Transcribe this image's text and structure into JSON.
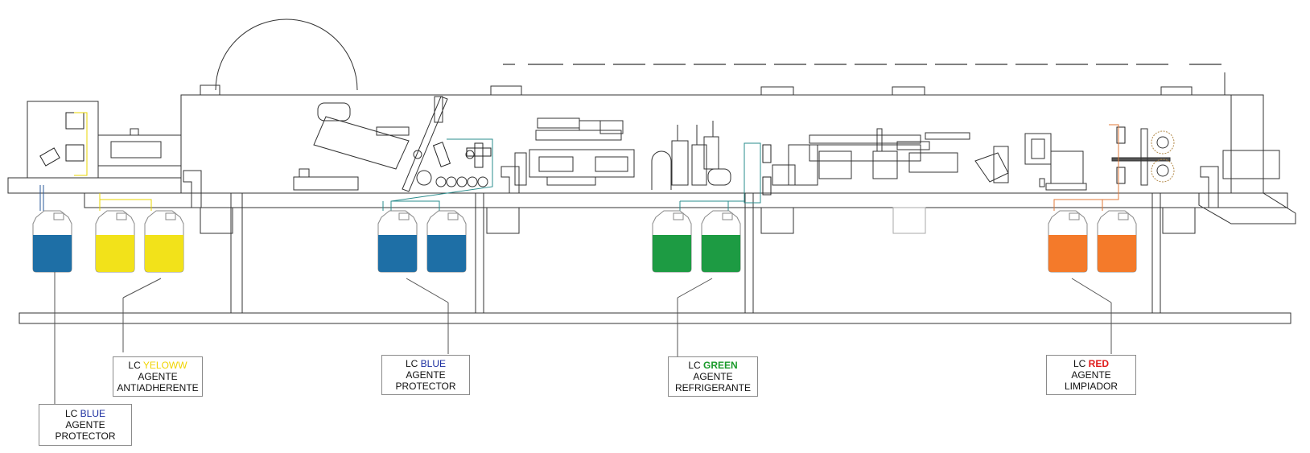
{
  "colors": {
    "blue": "#1e6fa6",
    "yellow": "#f2e21a",
    "green": "#1d9b43",
    "orange": "#f47a2a",
    "line": "#555555",
    "teal_pipe": "#2a8c8c",
    "orange_pipe": "#e07a3a",
    "label_blue": "#1c2fa0",
    "label_yellow": "#f0d400",
    "label_green": "#1a9a2a",
    "label_red": "#e01a1a"
  },
  "labels": [
    {
      "id": "blue-1",
      "prefix": "LC",
      "color_word": "BLUE",
      "color_key": "label_blue",
      "line2": "AGENTE",
      "line3": "PROTECTOR"
    },
    {
      "id": "yellow",
      "prefix": "LC",
      "color_word": "YELOWW",
      "color_key": "label_yellow",
      "line2": "AGENTE",
      "line3": "ANTIADHERENTE"
    },
    {
      "id": "blue-2",
      "prefix": "LC",
      "color_word": "BLUE",
      "color_key": "label_blue",
      "line2": "AGENTE",
      "line3": "PROTECTOR"
    },
    {
      "id": "green",
      "prefix": "LC",
      "color_word": "GREEN",
      "color_key": "label_green",
      "line2": "AGENTE",
      "line3": "REFRIGERANTE"
    },
    {
      "id": "red",
      "prefix": "LC",
      "color_word": "RED",
      "color_key": "label_red",
      "line2": "AGENTE",
      "line3": "LIMPIADOR"
    }
  ],
  "containers": [
    {
      "id": "blue-1",
      "color_key": "blue"
    },
    {
      "id": "yellow-a",
      "color_key": "yellow"
    },
    {
      "id": "yellow-b",
      "color_key": "yellow"
    },
    {
      "id": "blue-2a",
      "color_key": "blue"
    },
    {
      "id": "blue-2b",
      "color_key": "blue"
    },
    {
      "id": "green-a",
      "color_key": "green"
    },
    {
      "id": "green-b",
      "color_key": "green"
    },
    {
      "id": "orange-a",
      "color_key": "orange"
    },
    {
      "id": "orange-b",
      "color_key": "orange"
    }
  ]
}
